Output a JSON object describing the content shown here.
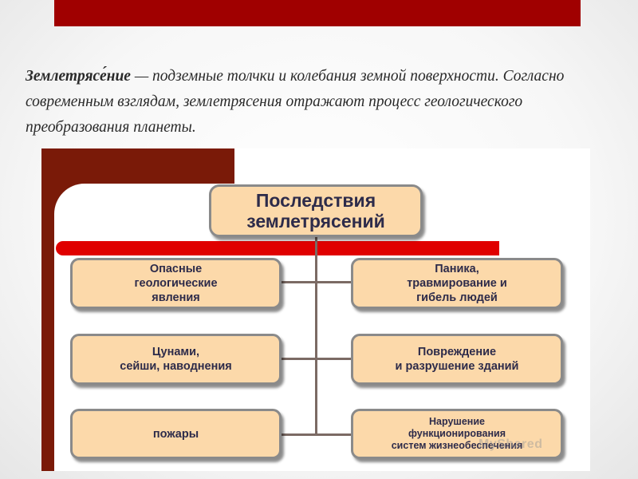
{
  "definition": {
    "term": "Землетрясе́ние",
    "text": " — подземные толчки и колебания земной поверхности. Согласно современным взглядам, землетрясения отражают процесс геологического преобразования планеты."
  },
  "diagram": {
    "title": "Последствия\nземлетрясений",
    "left_boxes": [
      "Опасные\nгеологические\nявления",
      "Цунами,\nсейши, наводнения",
      "пожары"
    ],
    "right_boxes": [
      "Паника,\nтравмирование и\nгибель людей",
      "Повреждение\nи разрушение зданий",
      "Нарушение\nфункционирования\nсистем жизнеобеспечения"
    ]
  },
  "watermark": "MyShared",
  "colors": {
    "top_bar": "#a00000",
    "maroon": "#7a1a08",
    "red_bar": "#e00000",
    "box_fill": "#fcd9aa",
    "box_text": "#2d2b4a"
  }
}
